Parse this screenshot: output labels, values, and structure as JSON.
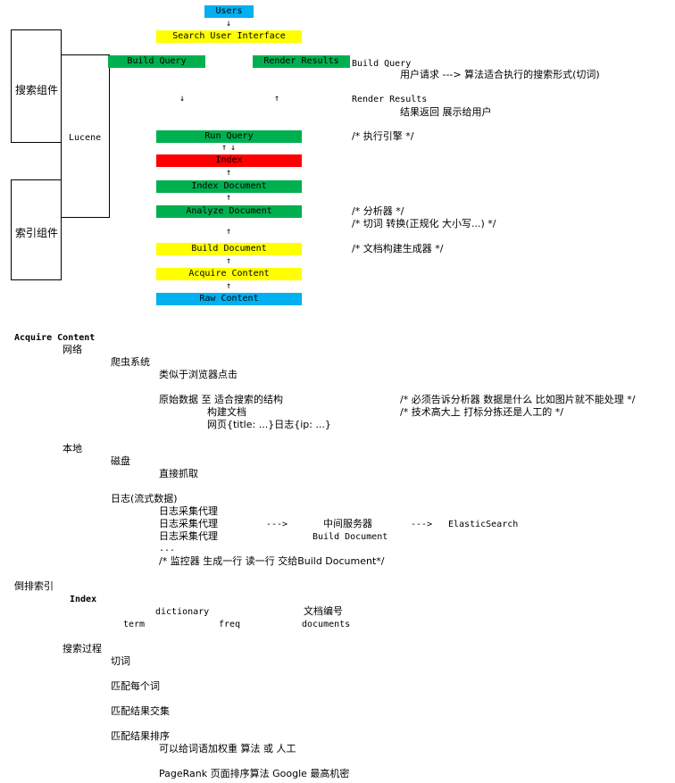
{
  "flow": {
    "users": "Users",
    "search_ui": "Search User Interface",
    "build_query": "Build Query",
    "render_results": "Render Results",
    "run_query": "Run Query",
    "index": "Index",
    "index_document": "Index Document",
    "analyze_document": "Analyze Document",
    "build_document": "Build Document",
    "acquire_content": "Acquire Content",
    "raw_content": "Raw Content",
    "colors": {
      "blue": "#00b0f0",
      "yellow": "#ffff00",
      "green": "#00b050",
      "red": "#ff0000"
    }
  },
  "groups": {
    "search_component": "搜索组件",
    "index_component": "索引组件",
    "lucene": "Lucene"
  },
  "notes": {
    "build_query_title": "Build Query",
    "build_query_desc": "用户请求 ---> 算法适合执行的搜索形式(切词)",
    "render_results_title": "Render Results",
    "render_results_desc": "结果返回 展示给用户",
    "run_query_note": "/* 执行引擎 */",
    "analyzer_note": "/* 分析器 */",
    "analyzer_note2": "/* 切词 转换(正规化 大小写...) */",
    "build_doc_note": "/* 文档构建生成器 */"
  },
  "body": {
    "acquire_heading": "Acquire Content",
    "network": "网络",
    "crawler": "爬虫系统",
    "browser_like": "类似于浏览器点击",
    "raw_to_struct": "原始数据 至 适合搜索的结构",
    "must_tell": "/* 必须告诉分析器 数据是什么 比如图片就不能处理 */",
    "build_doc": "构建文档",
    "tech_cost": "/* 技术高大上 打标分拣还是人工的 */",
    "web_log": "网页{title: ...}日志{ip: ...}",
    "local": "本地",
    "disk": "磁盘",
    "direct_grab": "直接抓取",
    "log_stream": "日志(流式数据)",
    "agent1": "日志采集代理",
    "agent2": "日志采集代理",
    "arrow1": "--->",
    "middle_server": "中间服务器",
    "arrow2": "--->",
    "elastic": "ElasticSearch",
    "agent3": "日志采集代理",
    "build_document2": "Build Document",
    "ellipsis": "...",
    "monitor": "/* 监控器 生成一行 读一行 交给Build Document*/",
    "inverted_index": "倒排索引",
    "index_heading": "Index",
    "dictionary": "dictionary",
    "doc_num": "文档编号",
    "term": "term",
    "freq": "freq",
    "documents": "documents",
    "search_process": "搜索过程",
    "tokenize": "切词",
    "match_each": "匹配每个词",
    "match_intersect": "匹配结果交集",
    "match_rank": "匹配结果排序",
    "weight": "可以给词语加权重 算法 或 人工",
    "pagerank": "PageRank 页面排序算法 Google 最高机密"
  }
}
